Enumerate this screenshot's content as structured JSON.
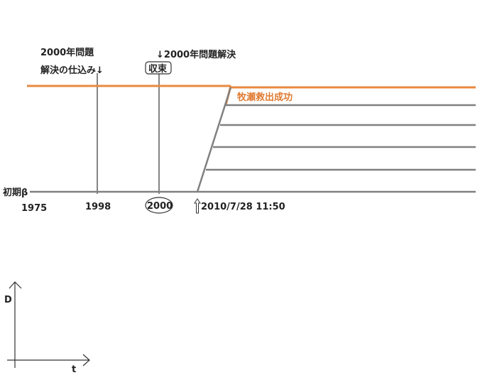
{
  "labels": {
    "y2k_problem": "2000年問題",
    "preparation": "解決の仕込み↓",
    "y2k_solved": "↓2000年問題解決",
    "convergence": "収束",
    "rescue_success": "牧瀬救出成功",
    "initial_beta": "初期β",
    "year_1975": "1975",
    "year_1998": "1998",
    "year_2000": "2000",
    "datetime": "2010/7/28 11:50"
  },
  "axes": {
    "y_label": "D",
    "x_label": "t"
  },
  "colors": {
    "worldline_gray": "#808080",
    "worldline_orange": "#e8893f",
    "orange_text": "#e07a30",
    "text": "#222222"
  }
}
